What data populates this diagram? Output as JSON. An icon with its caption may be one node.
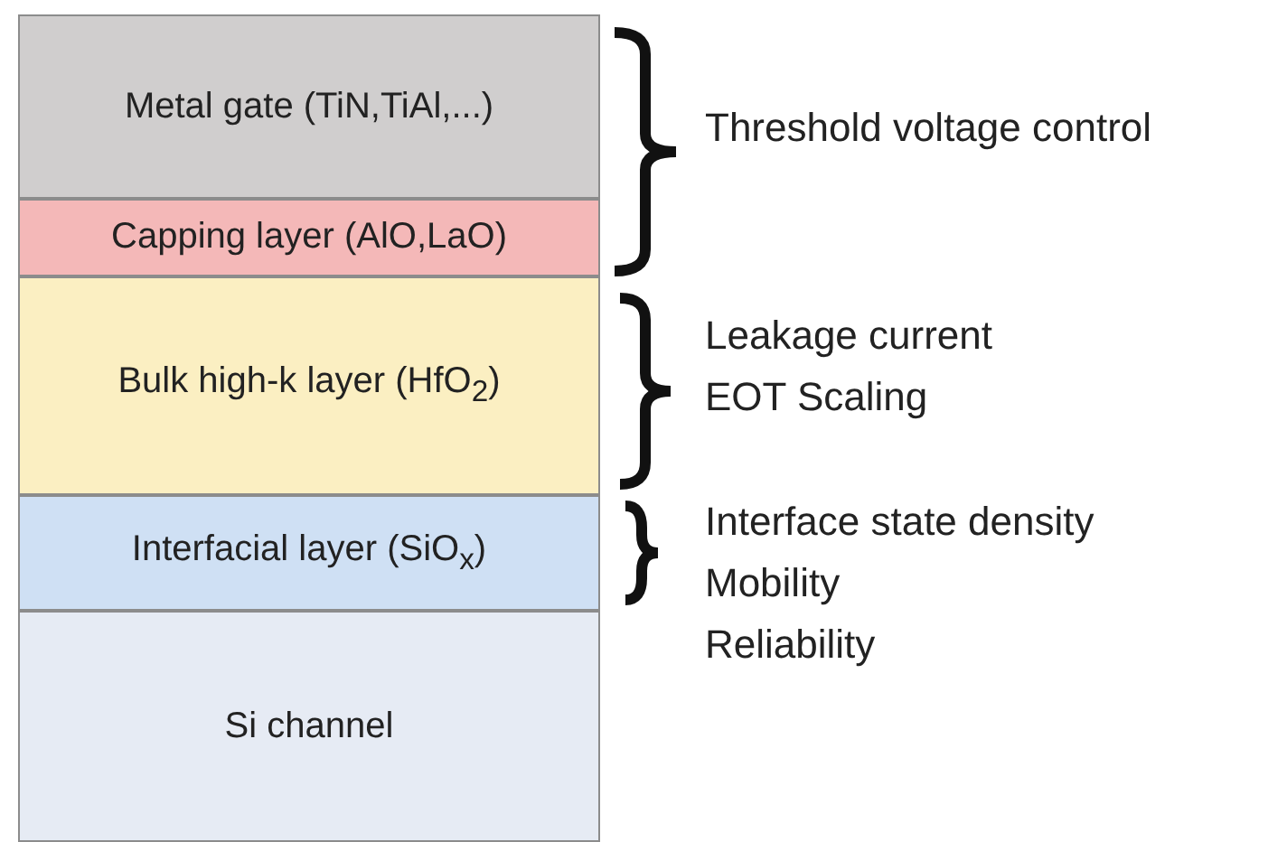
{
  "diagram": {
    "nodes": [
      {
        "text": [
          "Metal gate (TiN,TiAl,...)"
        ]
      },
      {
        "text": [
          "Capping layer (AlO,LaO)"
        ]
      },
      {
        "text": [
          "Bulk high-k layer (HfO$_{2}$)"
        ]
      },
      {
        "text": [
          "Interfacial layer (SiO$_{x}$)"
        ]
      },
      {
        "text": [
          "Si channel"
        ]
      }
    ],
    "edges": [],
    "labels": [
      "Threshold voltage control",
      "Leakage current",
      "EOT Scaling",
      "Interface state density",
      "Mobility",
      "Reliability"
    ]
  }
}
